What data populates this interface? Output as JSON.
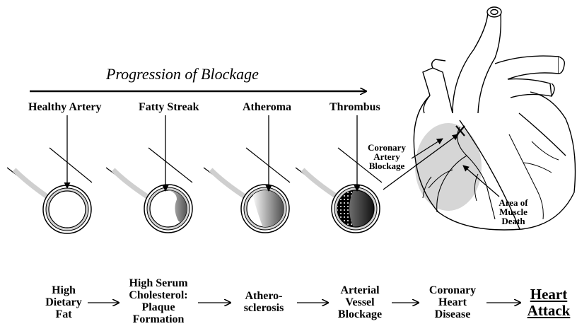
{
  "title": "Progression of Blockage",
  "stages": [
    {
      "label": "Healthy Artery"
    },
    {
      "label": "Fatty Streak"
    },
    {
      "label": "Atheroma"
    },
    {
      "label": "Thrombus"
    }
  ],
  "heart_labels": {
    "blockage": [
      "Coronary",
      "Artery",
      "Blockage"
    ],
    "death": [
      "Area of",
      "Muscle",
      "Death"
    ]
  },
  "flow": [
    [
      "High",
      "Dietary",
      "Fat"
    ],
    [
      "High Serum",
      "Cholesterol:",
      "Plaque",
      "Formation"
    ],
    [
      "Athero-",
      "sclerosis"
    ],
    [
      "Arterial",
      "Vessel",
      "Blockage"
    ],
    [
      "Coronary",
      "Heart",
      "Disease"
    ]
  ],
  "final": [
    "Heart",
    "Attack"
  ],
  "colors": {
    "ink": "#000000",
    "wall": "#d0d0d0",
    "plaque": "#7a7a7a",
    "heart_area": "#d6d6d6"
  }
}
